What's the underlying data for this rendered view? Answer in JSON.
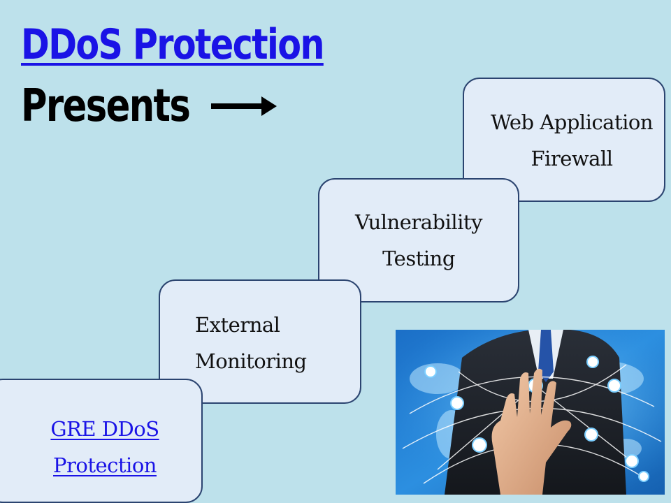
{
  "header": {
    "title_link": "DDoS Protection",
    "subtitle": "Presents"
  },
  "steps": [
    {
      "line1": "Web Application",
      "line2": "Firewall"
    },
    {
      "line1": "Vulnerability",
      "line2": "Testing"
    },
    {
      "line1": "External",
      "line2": "Monitoring"
    },
    {
      "line1": "GRE DDoS",
      "line2": "Protection"
    }
  ],
  "colors": {
    "background": "#bde1eb",
    "link": "#1a13e6",
    "box_fill": "#e2ecf8",
    "box_border": "#2b4470"
  },
  "icons": {
    "arrow": "right-arrow-icon"
  }
}
